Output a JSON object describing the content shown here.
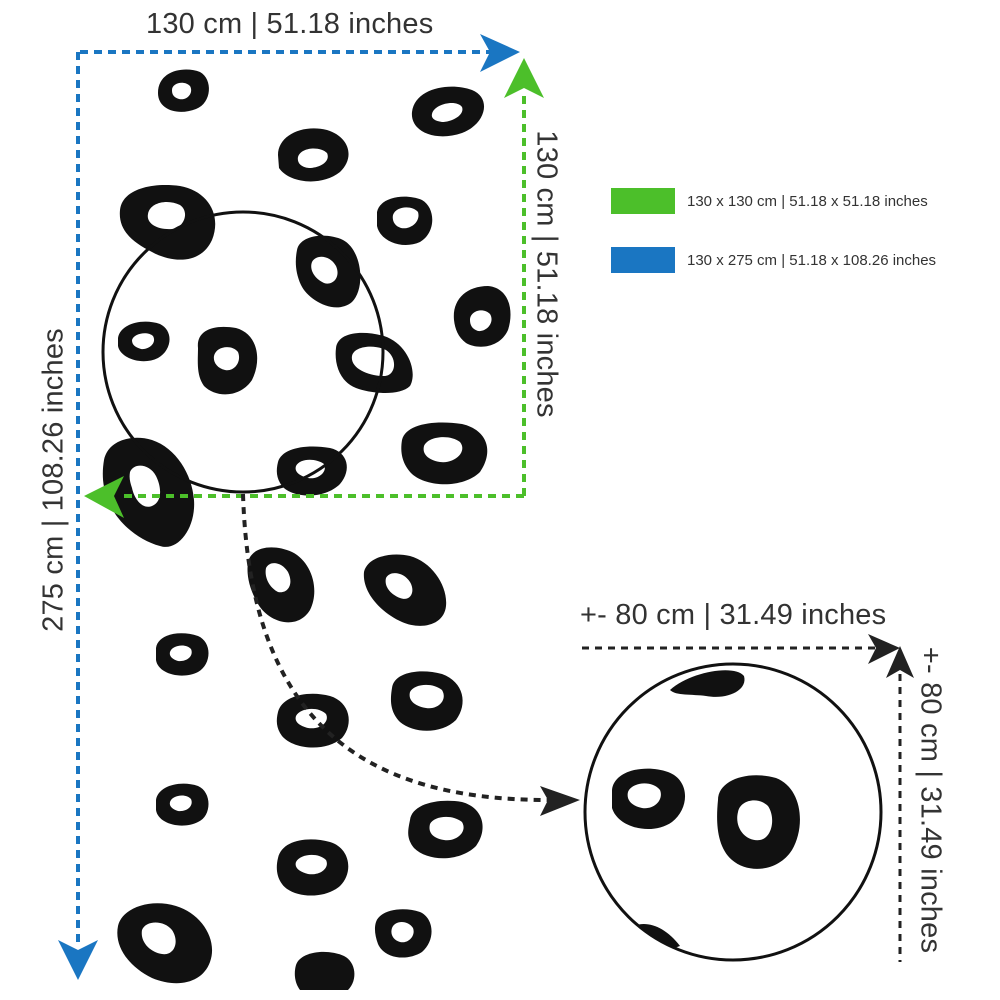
{
  "dimensions": {
    "top_width": "130 cm | 51.18 inches",
    "sample_height": "130 cm | 51.18 inches",
    "full_height": "275 cm | 108.26 inches",
    "repeat_width": "+- 80 cm | 31.49 inches",
    "repeat_height": "+- 80 cm | 31.49 inches"
  },
  "legend": [
    {
      "label": "130 x 130 cm | 51.18 x 51.18 inches",
      "color": "#4cbf2a",
      "icon": "green-swatch"
    },
    {
      "label": "130 x 275 cm | 51.18 x 108.26 inches",
      "color": "#1a76c2",
      "icon": "blue-swatch"
    }
  ],
  "colors": {
    "blue_arrow": "#1a76c2",
    "green_arrow": "#4cbf2a",
    "black_arrow": "#222222",
    "spots": "#111111"
  }
}
